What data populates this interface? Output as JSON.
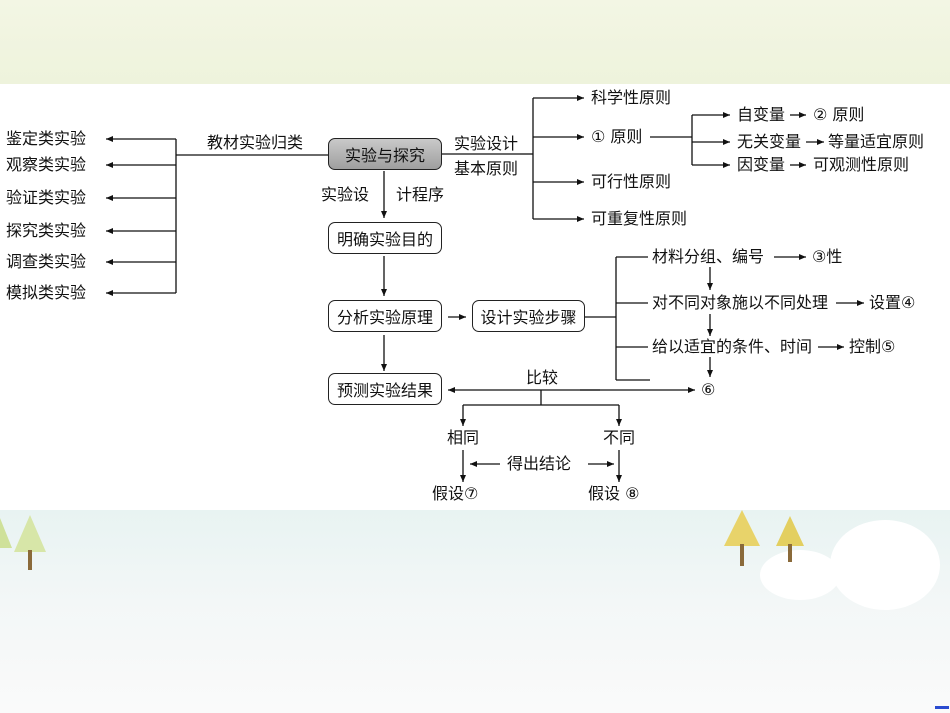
{
  "center": "实验与探究",
  "left": {
    "edge_label": "教材实验归类",
    "items": [
      "鉴定类实验",
      "观察类实验",
      "验证类实验",
      "探究类实验",
      "调查类实验",
      "模拟类实验"
    ]
  },
  "principles": {
    "edge_label_line1": "实验设计",
    "edge_label_line2": "基本原则",
    "items": [
      "科学性原则",
      "① 原则",
      "可行性原则",
      "可重复性原则"
    ],
    "sub": {
      "independent": "自变量",
      "irrelevant": "无关变量",
      "dependent": "因变量",
      "independent_result": "② 原则",
      "irrelevant_result": "等量适宜原则",
      "dependent_result": "可观测性原则"
    }
  },
  "procedure": {
    "label_part1": "实验设",
    "label_part2": "计程序",
    "step1": "明确实验目的",
    "step2": "分析实验原理",
    "step3": "预测实验结果",
    "design_steps": "设计实验步骤"
  },
  "steps": {
    "material": "材料分组、编号",
    "material_result": "③性",
    "treatment": "对不同对象施以不同处理",
    "treatment_result": "设置④",
    "condition": "给以适宜的条件、时间",
    "condition_result": "控制⑤",
    "six": "⑥"
  },
  "results": {
    "compare": "比较",
    "same": "相同",
    "different": "不同",
    "conclusion": "得出结论",
    "hyp_same": "假设⑦",
    "hyp_different": "假设 ⑧"
  }
}
